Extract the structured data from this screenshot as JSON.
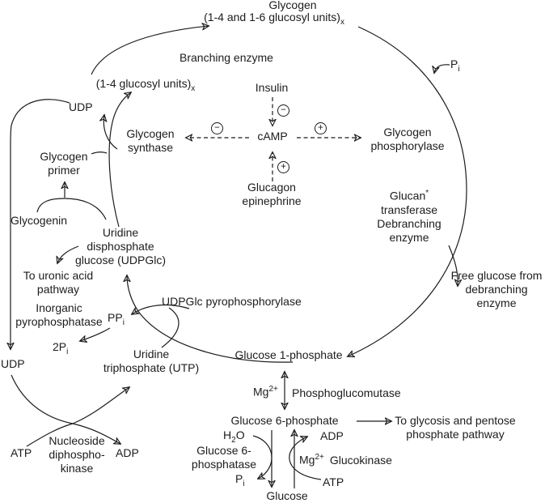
{
  "colors": {
    "ink": "#1c1c1c",
    "background": "#ffffff"
  },
  "signs": {
    "minus": "−",
    "plus": "+"
  },
  "labels": {
    "glycogen": {
      "name": "Glycogen",
      "units": "(1-4 and 1-6 glucosyl units)",
      "units_sub": "x"
    },
    "branching_enzyme": "Branching enzyme",
    "glucosyl_units": {
      "text": "(1-4 glucosyl units)",
      "sub": "x"
    },
    "insulin": "Insulin",
    "camp": "cAMP",
    "glucagon": {
      "line1": "Glucagon",
      "line2": "epinephrine"
    },
    "glycogen_synthase": {
      "line1": "Glycogen",
      "line2": "synthase"
    },
    "glycogen_phosphorylase": {
      "line1": "Glycogen",
      "line2": "phosphorylase"
    },
    "pi_top": {
      "base": "P",
      "sub": "i"
    },
    "glucan_transferase": {
      "line1_base": "Glucan",
      "line1_sup": "*",
      "line2": "transferase",
      "line3": "Debranching",
      "line4": "enzyme"
    },
    "free_glucose": {
      "line1": "Free glucose from",
      "line2": "debranching",
      "line3": "enzyme"
    },
    "udp_top": "UDP",
    "glycogen_primer": {
      "line1": "Glycogen",
      "line2": "primer"
    },
    "glycogenin": "Glycogenin",
    "udpglc": {
      "line1": "Uridine",
      "line2": "disphosphate",
      "line3": "glucose (UDPGlc)"
    },
    "uronic_pathway": {
      "line1": "To uronic acid",
      "line2": "pathway"
    },
    "inorganic_pyrophosphatase": {
      "line1": "Inorganic",
      "line2": "pyrophosphatase"
    },
    "ppi": {
      "base": "PP",
      "sub": "i"
    },
    "two_pi": {
      "base": "2P",
      "sub": "i"
    },
    "udpglc_pyrophosphorylase": "UDPGlc pyrophosphorylase",
    "utp": {
      "line1": "Uridine",
      "line2": "triphosphate (UTP)"
    },
    "udp_bottom": "UDP",
    "glucose_1_phosphate": "Glucose 1-phosphate",
    "mg_phosphoglucomutase": {
      "base": "Mg",
      "sup": "2+"
    },
    "phosphoglucomutase": "Phosphoglucomutase",
    "glucose_6_phosphate": "Glucose 6-phosphate",
    "to_glycosis": {
      "line1": "To glycosis and pentose",
      "line2": "phosphate pathway"
    },
    "h2o": {
      "p1": "H",
      "sub": "2",
      "p2": "O"
    },
    "glucose_6_phosphatase": {
      "line1": "Glucose 6-",
      "line2": "phosphatase"
    },
    "pi_bottom": {
      "base": "P",
      "sub": "i"
    },
    "glucose": "Glucose",
    "adp_glucokinase": "ADP",
    "mg_glucokinase": {
      "base": "Mg",
      "sup": "2+"
    },
    "glucokinase": "Glucokinase",
    "atp_glucokinase": "ATP",
    "atp_ndk": "ATP",
    "nucleoside_diphosphokinase": {
      "line1": "Nucleoside",
      "line2": "diphospho-",
      "line3": "kinase"
    },
    "adp_ndk": "ADP"
  }
}
